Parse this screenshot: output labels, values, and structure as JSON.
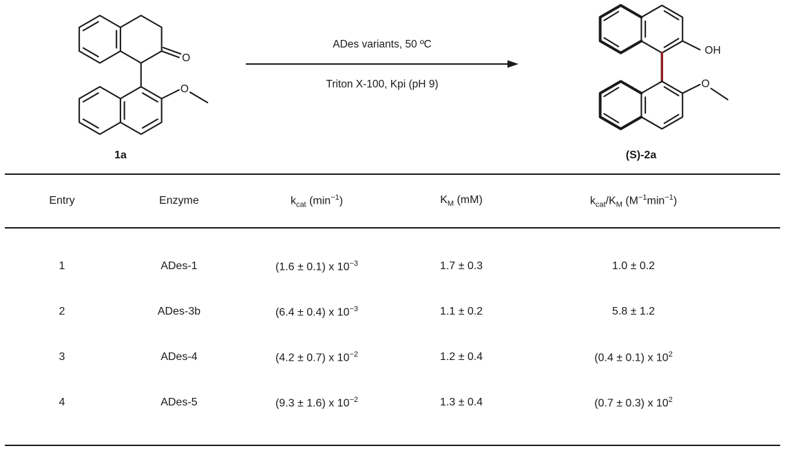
{
  "scheme": {
    "conditions_line1": "ADes variants, 50 ºC",
    "conditions_line2": "Triton X-100, Kpi (pH 9)",
    "substrate": {
      "label": "1a",
      "ketone_o": "O",
      "methoxy_o": "O"
    },
    "product": {
      "label": "(S)-2a",
      "hydroxyl": "OH",
      "methoxy_o": "O"
    },
    "axial_bond_color": "#8e1f1f"
  },
  "table": {
    "headers": [
      "Entry",
      "Enzyme",
      "k<sub>cat</sub> (min<sup>−1</sup>)",
      "K<sub>M</sub> (mM)",
      "k<sub>cat</sub>/K<sub>M</sub> (M<sup>−1</sup>min<sup>−1</sup>)"
    ],
    "rows": [
      {
        "entry": "1",
        "enzyme": "ADes-1",
        "kcat": "(1.6 ± 0.1) x 10<sup>−3</sup>",
        "km": "1.7 ± 0.3",
        "ratio": "1.0 ± 0.2"
      },
      {
        "entry": "2",
        "enzyme": "ADes-3b",
        "kcat": "(6.4 ± 0.4) x 10<sup>−3</sup>",
        "km": "1.1 ± 0.2",
        "ratio": "5.8 ± 1.2"
      },
      {
        "entry": "3",
        "enzyme": "ADes-4",
        "kcat": "(4.2 ± 0.7) x 10<sup>−2</sup>",
        "km": "1.2 ± 0.4",
        "ratio": "(0.4 ± 0.1) x 10<sup>2</sup>"
      },
      {
        "entry": "4",
        "enzyme": "ADes-5",
        "kcat": "(9.3 ± 1.6) x 10<sup>−2</sup>",
        "km": "1.3 ± 0.4",
        "ratio": "(0.7 ± 0.3) x 10<sup>2</sup>"
      }
    ]
  }
}
